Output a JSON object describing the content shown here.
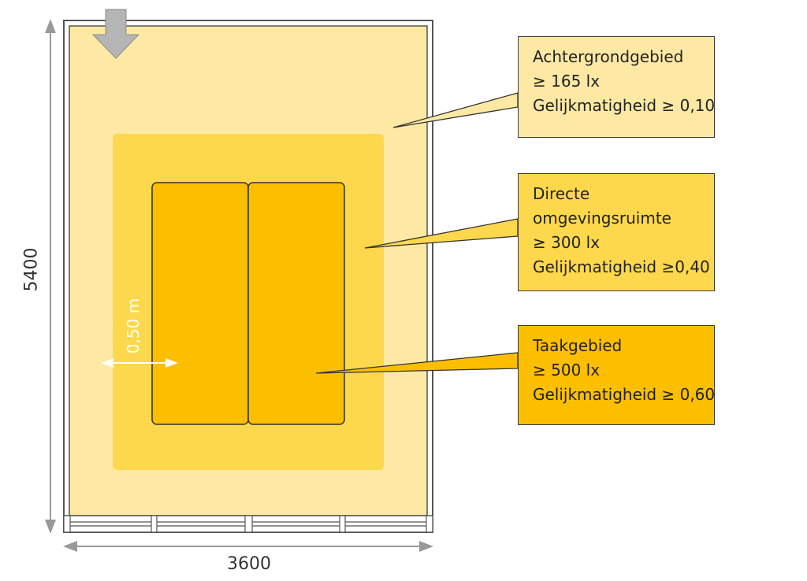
{
  "colors": {
    "background_zone": "#fde9a3",
    "surround_zone": "#fed84c",
    "task_zone": "#fcbf00",
    "wall": "#555555",
    "dimension": "#999999"
  },
  "dimensions": {
    "height": "5400",
    "width": "3600",
    "margin": "0,50 m"
  },
  "zones": {
    "background": {
      "lines": [
        "Achtergrondgebied",
        "≥ 165 lx",
        "Gelijkmatigheid ≥ 0,10"
      ]
    },
    "surround": {
      "lines": [
        "Directe",
        "omgevingsruimte",
        "≥ 300 lx",
        "Gelijkmatigheid ≥0,40"
      ]
    },
    "task": {
      "lines": [
        "Taakgebied",
        "≥ 500 lx",
        "Gelijkmatigheid ≥ 0,60"
      ]
    }
  },
  "icons": {
    "entrance": "down-arrow-icon"
  }
}
